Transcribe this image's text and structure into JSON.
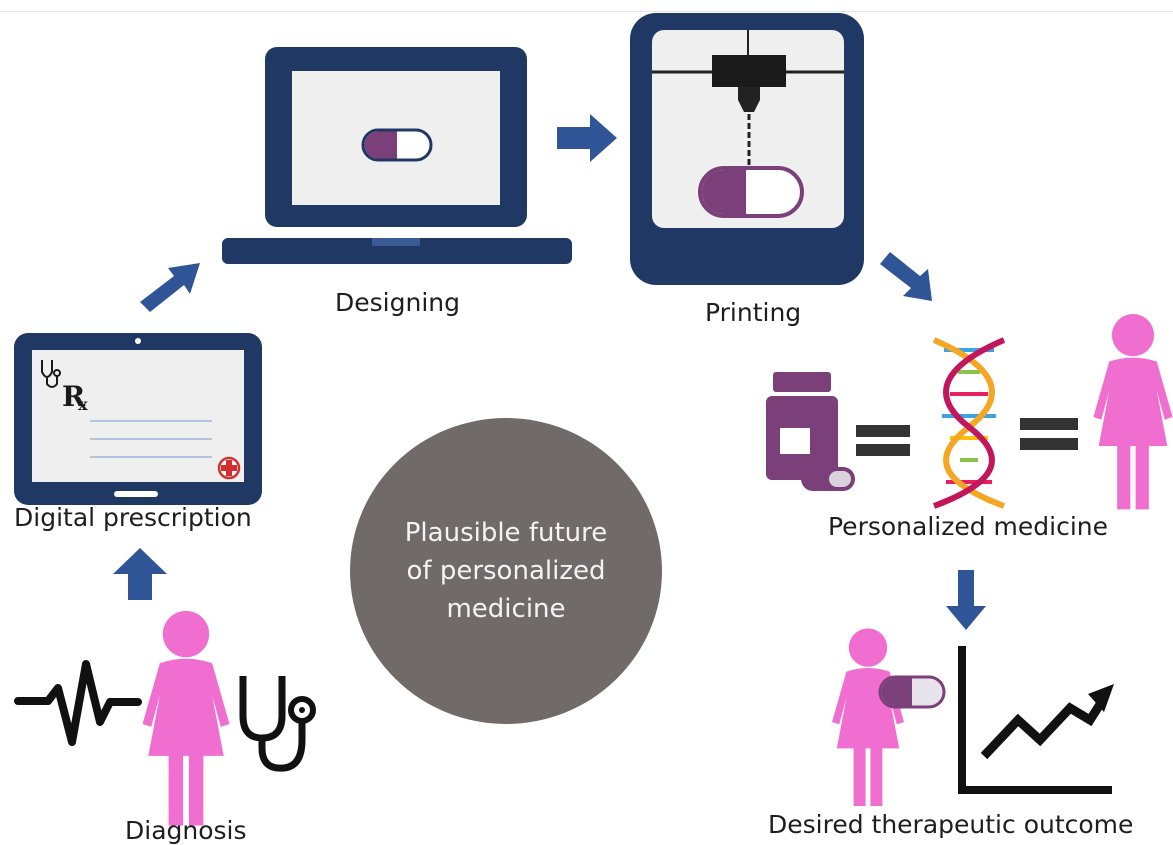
{
  "labels": {
    "designing": "Designing",
    "printing": "Printing",
    "digital_prescription": "Digital prescription",
    "diagnosis": "Diagnosis",
    "personalized_medicine": "Personalized medicine",
    "desired_outcome": "Desired therapeutic outcome"
  },
  "center": {
    "line1": "Plausible future",
    "line2": "of personalized",
    "line3": "medicine"
  },
  "colors": {
    "navy": "#1f3864",
    "arrow_blue": "#2f5597",
    "pink": "#f06ecf",
    "purple": "#7b3f7a",
    "screen_grey": "#efefef",
    "circle_grey": "#706b69",
    "prescription_red": "#d32f2f"
  }
}
